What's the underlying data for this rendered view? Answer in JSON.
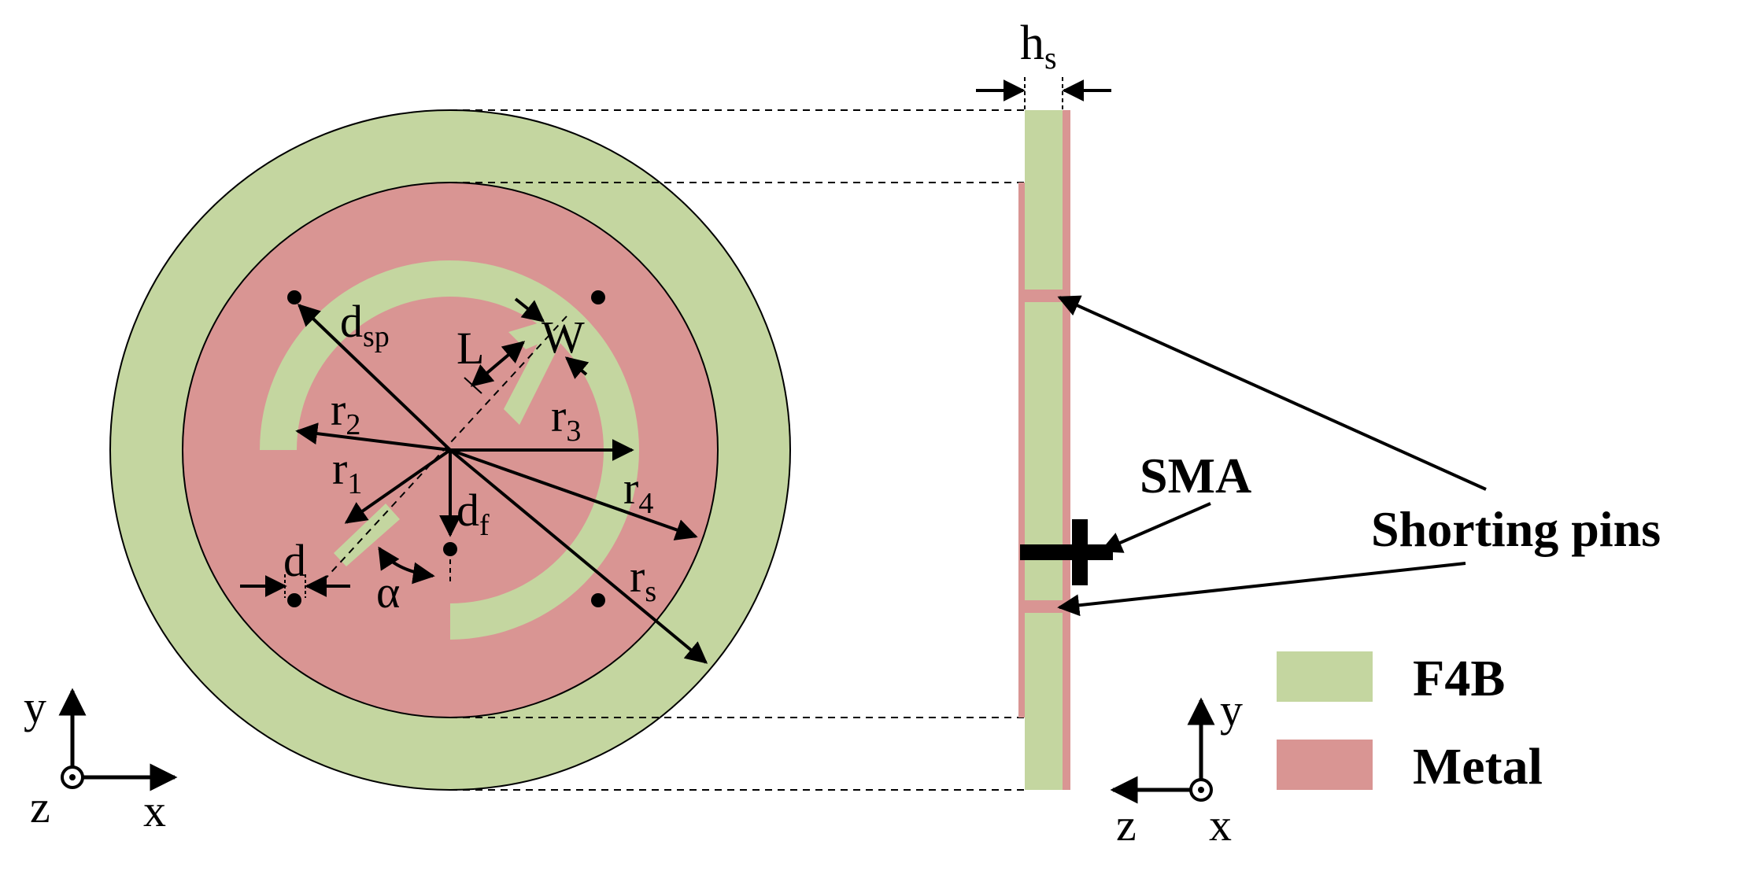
{
  "colors": {
    "substrate": "#c4d6a0",
    "metal": "#d99593",
    "line": "#000000"
  },
  "front_view": {
    "labels": {
      "dsp": "d",
      "dsp_sub": "sp",
      "L": "L",
      "W": "W",
      "r2": "r",
      "r2_sub": "2",
      "r3": "r",
      "r3_sub": "3",
      "r1": "r",
      "r1_sub": "1",
      "r4": "r",
      "r4_sub": "4",
      "df": "d",
      "df_sub": "f",
      "rs": "r",
      "rs_sub": "s",
      "d": "d",
      "alpha": "α"
    },
    "axis": {
      "y": "y",
      "z": "z",
      "x": "x"
    }
  },
  "side_view": {
    "labels": {
      "hs": "h",
      "hs_sub": "s",
      "sma": "SMA",
      "shorting_pins": "Shorting pins"
    },
    "axis": {
      "y": "y",
      "z": "z",
      "x": "x"
    }
  },
  "legend": [
    {
      "name": "F4B",
      "color": "#c4d6a0"
    },
    {
      "name": "Metal",
      "color": "#d99593"
    }
  ]
}
